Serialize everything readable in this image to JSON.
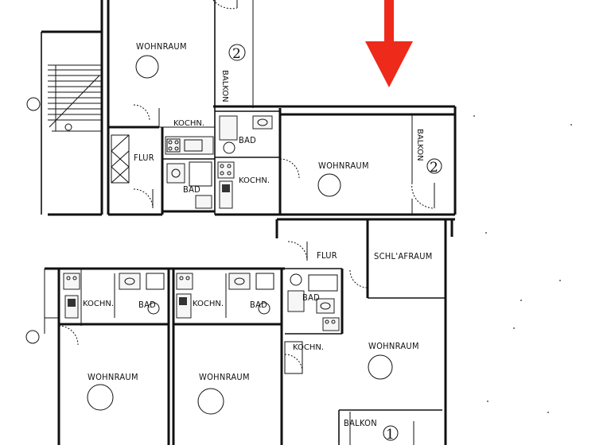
{
  "plan": {
    "rooms": [
      {
        "id": "wohnraum-top",
        "label": "WOHNRAUM"
      },
      {
        "id": "kochn-top1",
        "label": "KOCHN."
      },
      {
        "id": "flur-top",
        "label": "FLUR"
      },
      {
        "id": "bad-top1",
        "label": "BAD"
      },
      {
        "id": "bad-top2",
        "label": "BAD"
      },
      {
        "id": "kochn-top2",
        "label": "KOCHN."
      },
      {
        "id": "wohnraum-right",
        "label": "WOHNRAUM"
      },
      {
        "id": "flur-mid",
        "label": "FLUR"
      },
      {
        "id": "schlafraum",
        "label": "SCHL'AFRAUM"
      },
      {
        "id": "kochn-b1",
        "label": "KOCHN."
      },
      {
        "id": "bad-b1",
        "label": "BAD"
      },
      {
        "id": "kochn-b2",
        "label": "KOCHN."
      },
      {
        "id": "bad-b2",
        "label": "BAD"
      },
      {
        "id": "bad-b3",
        "label": "BAD"
      },
      {
        "id": "kochn-b3",
        "label": "KOCHN."
      },
      {
        "id": "wohnraum-bl",
        "label": "WOHNRAUM"
      },
      {
        "id": "wohnraum-bm",
        "label": "WOHNRAUM"
      },
      {
        "id": "wohnraum-br",
        "label": "WOHNRAUM"
      }
    ],
    "balconies": [
      {
        "id": "balkon-top",
        "label": "BALKON",
        "number": "2"
      },
      {
        "id": "balkon-right",
        "label": "BALKON",
        "number": "2"
      },
      {
        "id": "balkon-bottom",
        "label": "BALKON",
        "number": "1"
      }
    ],
    "marker": {
      "color": "#ee2a1b",
      "icon": "arrow-down-icon"
    }
  }
}
